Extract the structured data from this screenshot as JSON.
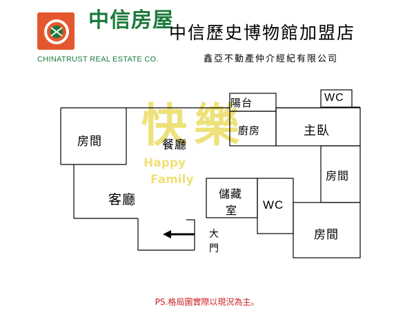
{
  "header": {
    "logo_cn": "中信房屋",
    "logo_en": "CHINATRUST REAL ESTATE CO.",
    "store_name": "中信歷史博物館加盟店",
    "company": "鑫亞不動產仲介經紀有限公司"
  },
  "watermark": {
    "chars": "快樂",
    "line1": "Happy",
    "line2": "Family"
  },
  "floorplan": {
    "balcony": "陽台",
    "kitchen": "廚房",
    "master": "主臥",
    "wc_top": "WC",
    "bedroom_left": "房間",
    "dining": "餐廳",
    "living": "客廳",
    "storage_1": "儲藏",
    "storage_2": "室",
    "wc_mid": "WC",
    "bedroom_right": "房間",
    "bedroom_bottom": "房間",
    "door_1": "大",
    "door_2": "門"
  },
  "note": "PS.格局圖實際以現況為主。",
  "colors": {
    "logo_red": "#e4572e",
    "logo_green": "#1b7a3a",
    "watermark": "#eee17a",
    "note_red": "#cc1f1f"
  }
}
